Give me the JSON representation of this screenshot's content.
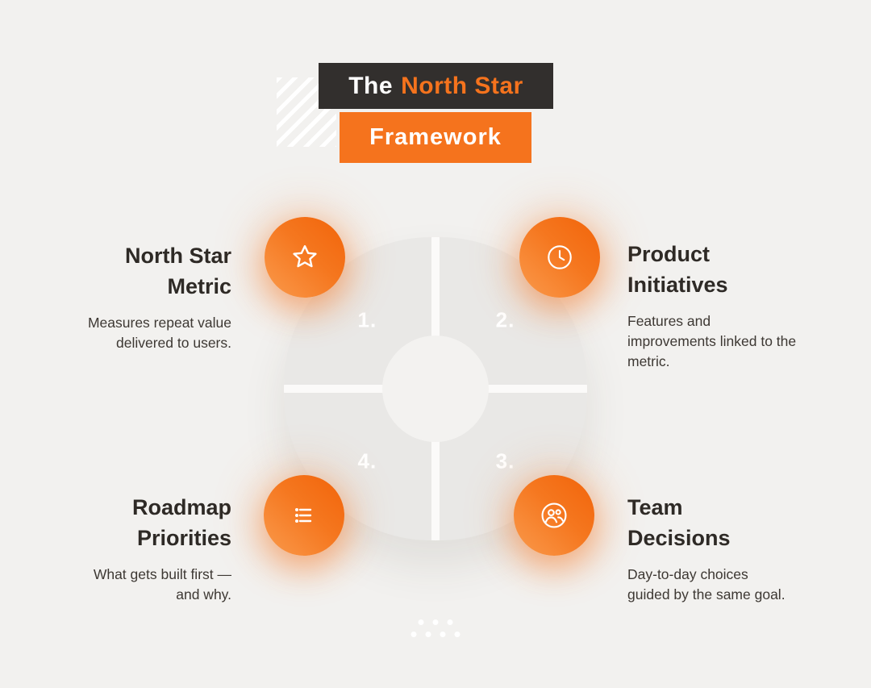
{
  "page": {
    "background": "#f2f1ef"
  },
  "title": {
    "prefix": "The",
    "highlight": "North Star",
    "line2": "Framework",
    "dark_bg": "#322f2d",
    "accent": "#f5731d"
  },
  "wheel": {
    "quadrant_labels": [
      "1.",
      "2.",
      "3.",
      "4."
    ]
  },
  "features": [
    {
      "id": "north-star-metric",
      "icon": "star-icon",
      "heading_lines": [
        "North Star",
        "Metric"
      ],
      "description": "Measures repeat value delivered to users."
    },
    {
      "id": "product-initiatives",
      "icon": "clock-icon",
      "heading_lines": [
        "Product",
        "Initiatives"
      ],
      "description": "Features and improvements linked to the metric."
    },
    {
      "id": "team-decisions",
      "icon": "team-icon",
      "heading_lines": [
        "Team",
        "Decisions"
      ],
      "description": "Day-to-day choices guided by the same goal."
    },
    {
      "id": "roadmap-priorities",
      "icon": "list-icon",
      "heading_lines": [
        "Roadmap",
        "Priorities"
      ],
      "description": "What gets built first — and why."
    }
  ]
}
